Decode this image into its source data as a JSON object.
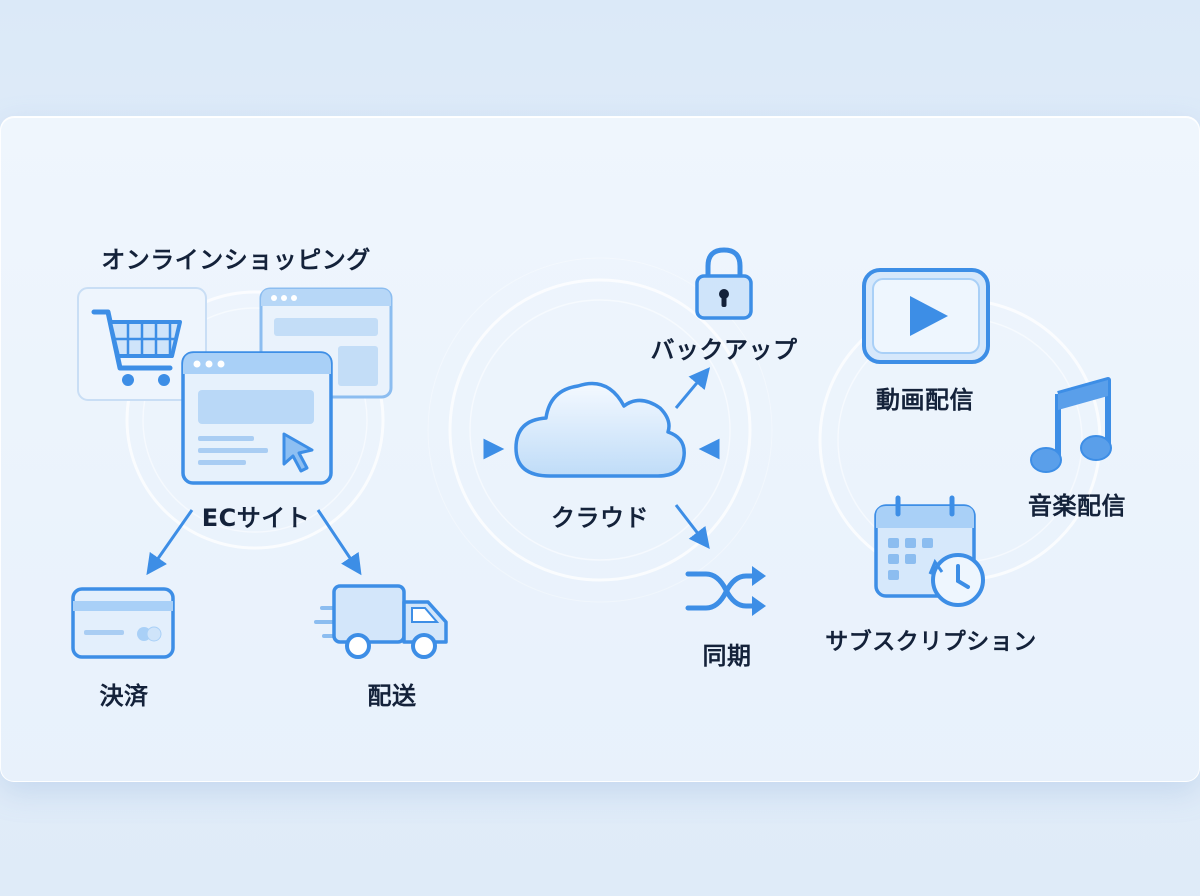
{
  "diagram": {
    "online_shopping": "オンラインショッピング",
    "ec_site": "ECサイト",
    "payment": "決済",
    "delivery": "配送",
    "cloud": "クラウド",
    "backup": "バックアップ",
    "sync": "同期",
    "video_streaming": "動画配信",
    "music_streaming": "音楽配信",
    "subscription": "サブスクリプション"
  },
  "icons": {
    "cart": "shopping-cart-icon",
    "browser_back": "browser-window-icon",
    "browser_front": "browser-cursor-icon",
    "card": "credit-card-icon",
    "truck": "delivery-truck-icon",
    "cloud": "cloud-icon",
    "lock": "lock-icon",
    "shuffle": "sync-shuffle-icon",
    "play": "play-video-icon",
    "music": "music-note-icon",
    "calendar": "calendar-clock-icon"
  },
  "colors": {
    "accent": "#3d8ee6",
    "accent_light": "#a9d0f7",
    "text": "#14223a"
  }
}
